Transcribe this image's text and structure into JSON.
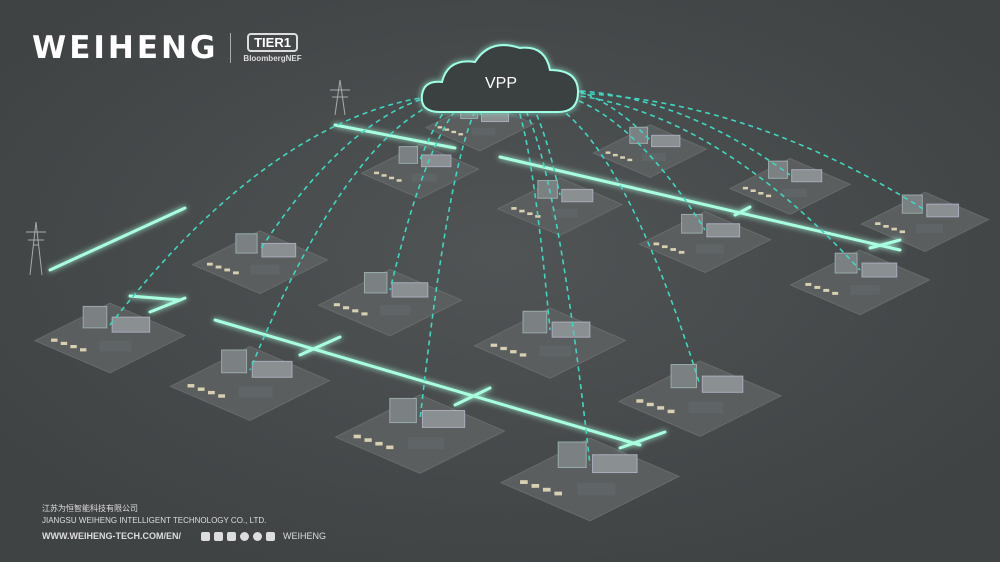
{
  "logo": {
    "brand": "WEIHENG",
    "tier": "TIER1",
    "tier_source": "BloombergNEF"
  },
  "cloud": {
    "label": "VPP"
  },
  "footer": {
    "company_cn": "江苏为恒智能科技有限公司",
    "company_en": "JIANGSU WEIHENG INTELLIGENT TECHNOLOGY CO., LTD.",
    "website": "WWW.WEIHENG-TECH.COM/EN/",
    "social_icons": [
      "facebook-icon",
      "twitter-icon",
      "linkedin-icon",
      "instagram-icon",
      "wechat-icon",
      "weibo-icon"
    ],
    "social_handle": "WEIHENG"
  },
  "colors": {
    "background": "#474a4b",
    "glow": "#7dffd0",
    "dash": "#3fd6c0"
  }
}
